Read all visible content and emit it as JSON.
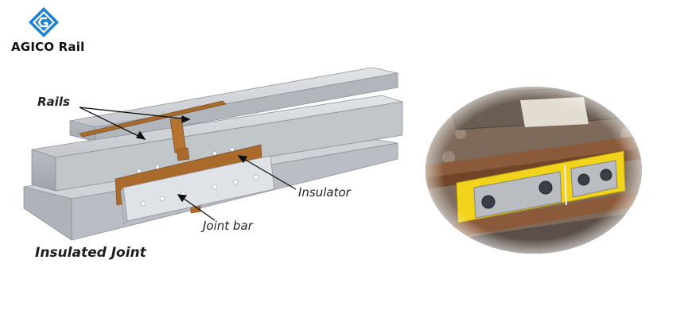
{
  "brand": {
    "name": "AGICO Rail",
    "logo_icon": "agico-g-diamond-logo",
    "color": "#1f7fd1"
  },
  "diagram": {
    "labels": {
      "rails": "Rails",
      "insulator": "Insulator",
      "joint_bar": "Joint bar",
      "title": "Insulated Joint"
    },
    "colors": {
      "rail": "#c9cdd2",
      "insulator": "#a96a2c",
      "joint_bar": "#dfe2e6"
    }
  },
  "photo": {
    "subject": "insulated-rail-joint-photo",
    "colors": {
      "joint_bar_coating": "#f2d31b",
      "rail": "#8a5a3a",
      "ballast": "#7d6a5a"
    }
  }
}
